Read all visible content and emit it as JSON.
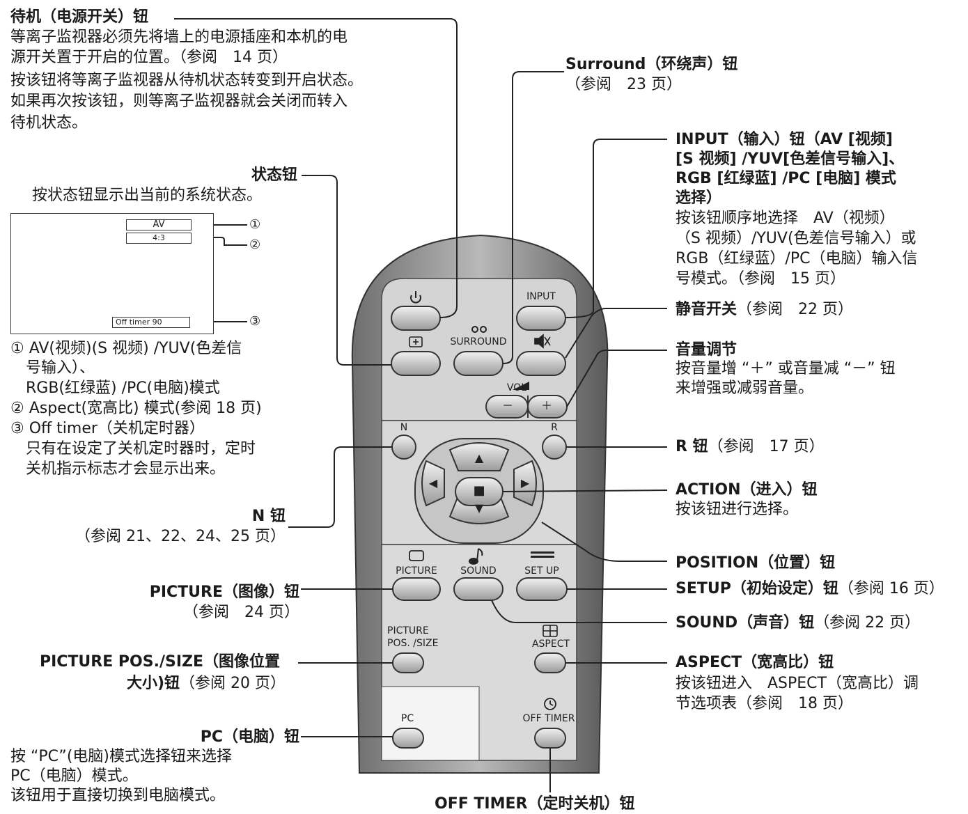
{
  "standby": {
    "title": "待机（电源开关）钮",
    "desc": [
      "等离子监视器必须先将墙上的电源插座和本机的电",
      "源开关置于开启的位置。（参阅　14 页）",
      "按该钮将等离子监视器从待机状态转变到开启状态。",
      "如果再次按该钮，则等离子监视器就会关闭而转入",
      "待机状态。"
    ]
  },
  "status": {
    "title": "状态钮",
    "desc": "按状态钮显示出当前的系统状态。",
    "osd_av": "AV",
    "osd_aspect": "4:3",
    "osd_timer": "Off timer 90",
    "marker1": "①",
    "marker2": "②",
    "marker3": "③",
    "notes": [
      "① AV(视频)(S 视频) /YUV(色差信",
      "　号输入）、",
      "　RGB(红绿蓝) /PC(电脑)模式",
      "② Aspect(宽高比) 模式(参阅 18 页)",
      "③ Off timer（关机定时器）",
      "　只有在设定了关机定时器时，定时",
      "　关机指示标志才会显示出来。"
    ]
  },
  "n_button": {
    "title": "N 钮",
    "ref": "（参阅 21、22、24、25 页）"
  },
  "picture": {
    "title": "PICTURE（图像）钮",
    "ref": "（参阅　24 页）"
  },
  "picture_pos": {
    "line1": "PICTURE POS./SIZE（图像位置",
    "line2_bold": "大小)钮",
    "line2_ref": "（参阅 20 页）"
  },
  "pc": {
    "title": "PC（电脑）钮",
    "desc": [
      "按 “PC”(电脑)模式选择钮来选择",
      "PC（电脑）模式。",
      "该钮用于直接切换到电脑模式。"
    ]
  },
  "off_timer": {
    "title": "OFF TIMER（定时关机）钮"
  },
  "surround": {
    "title_en": "Surround",
    "title_cn": "（环绕声）钮",
    "ref": "（参阅　23 页）"
  },
  "input": {
    "title": [
      "INPUT（输入）钮（AV [视频]",
      "[S 视频] /YUV[色差信号输入]、",
      "RGB [红绿蓝] /PC [电脑] 模式",
      "选择）"
    ],
    "desc": [
      "按该钮顺序地选择　AV（视频）",
      "（S 视频）/YUV(色差信号输入）或",
      "RGB（红绿蓝）/PC（电脑）输入信",
      "号模式。（参阅　15 页）"
    ]
  },
  "mute": {
    "title": "静音开关",
    "ref": "（参阅　22 页）"
  },
  "volume": {
    "title": "音量调节",
    "desc": [
      "按音量增 “＋” 或音量减 “－” 钮",
      "来增强或减弱音量。"
    ]
  },
  "r_button": {
    "title": "R 钮",
    "ref": "（参阅　17 页）"
  },
  "action": {
    "title": "ACTION（进入）钮",
    "desc": "按该钮进行选择。"
  },
  "position": {
    "title": "POSITION（位置）钮"
  },
  "setup": {
    "title": "SETUP（初始设定）钮",
    "ref": "（参阅 16 页）"
  },
  "sound": {
    "title": "SOUND（声音）钮",
    "ref": "（参阅 22 页）"
  },
  "aspect": {
    "title": "ASPECT（宽高比）钮",
    "desc": [
      "按该钮进入　ASPECT（宽高比）调",
      "节选项表（参阅　18 页）"
    ]
  },
  "remote": {
    "input": "INPUT",
    "surround": "SURROUND",
    "vol": "VOL",
    "minus": "－",
    "plus": "＋",
    "n": "N",
    "r": "R",
    "picture": "PICTURE",
    "sound": "SOUND",
    "setup": "SET UP",
    "picture_pos_1": "PICTURE",
    "picture_pos_2": "POS. /SIZE",
    "aspect": "ASPECT",
    "pc": "PC",
    "off_timer": "OFF TIMER",
    "up": "▲",
    "down": "▼",
    "left": "◀",
    "right": "▶",
    "enter": "■"
  }
}
